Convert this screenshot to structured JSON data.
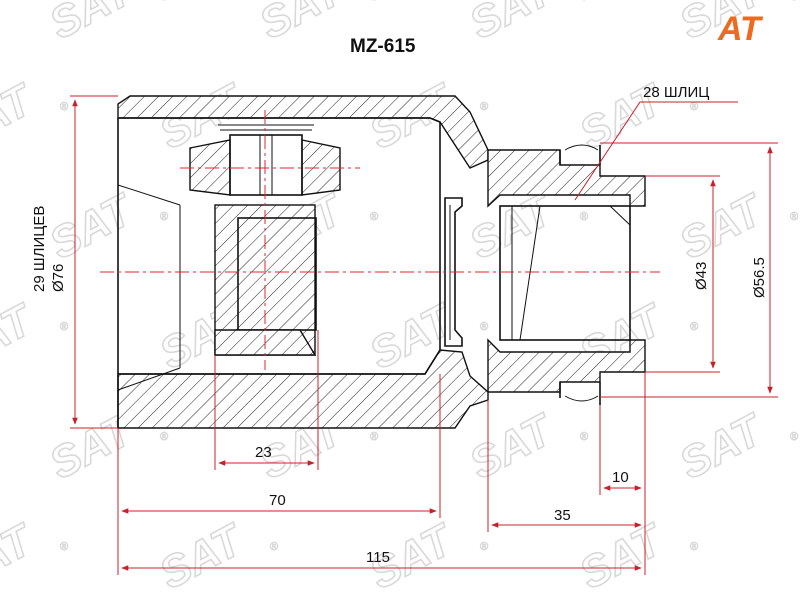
{
  "title": "MZ-615",
  "logo": {
    "text": "AT",
    "color": "#ee6a1f"
  },
  "watermark": {
    "text": "SAT",
    "mark": "®"
  },
  "labels": {
    "outer_splines": "29 ШЛИЦЕВ",
    "outer_diameter": "Ø76",
    "inner_splines": "28 ШЛИЦ",
    "shaft_diameter": "Ø43",
    "flange_diameter": "Ø56.5"
  },
  "dimensions": {
    "d23": "23",
    "d70": "70",
    "d115": "115",
    "d35": "35",
    "d10": "10"
  },
  "colors": {
    "dimension_line": "#c8202a",
    "center_line": "#e0262e",
    "outline": "#111111"
  }
}
